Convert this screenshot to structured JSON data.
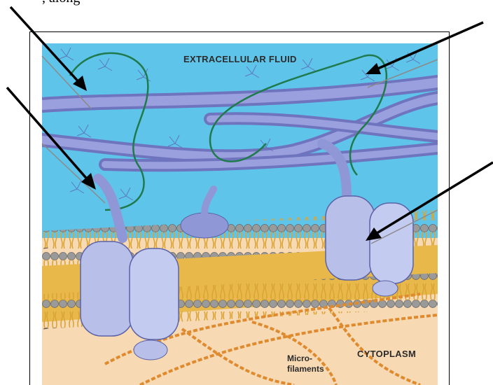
{
  "top_text": ", along",
  "labels": {
    "extracellular_fluid": "EXTRACELLULAR FLUID",
    "cytoplasm": "CYTOPLASM",
    "microfilaments_line1": "Micro-",
    "microfilaments_line2": "filaments"
  },
  "colors": {
    "extracellular": "#5fc4ea",
    "cytoplasm": "#f7d9b4",
    "phospholipid_head": "#9a9a9a",
    "lipid_tail": "#e8b94a",
    "protein": "#b8bfe8",
    "collagen_fiber": "#8a8fd0",
    "glycoprotein_strand": "#1f7a4d",
    "microfilament": "#e08a2e",
    "arrow": "#000000"
  },
  "arrows": [
    {
      "name": "arrow-to-collagen-fiber",
      "points_to": "collagen fiber"
    },
    {
      "name": "arrow-to-fibronectin",
      "points_to": "fibronectin strand"
    },
    {
      "name": "arrow-to-glycoprotein",
      "points_to": "glycoprotein attachment"
    },
    {
      "name": "arrow-to-integrin",
      "points_to": "integrin protein"
    }
  ]
}
